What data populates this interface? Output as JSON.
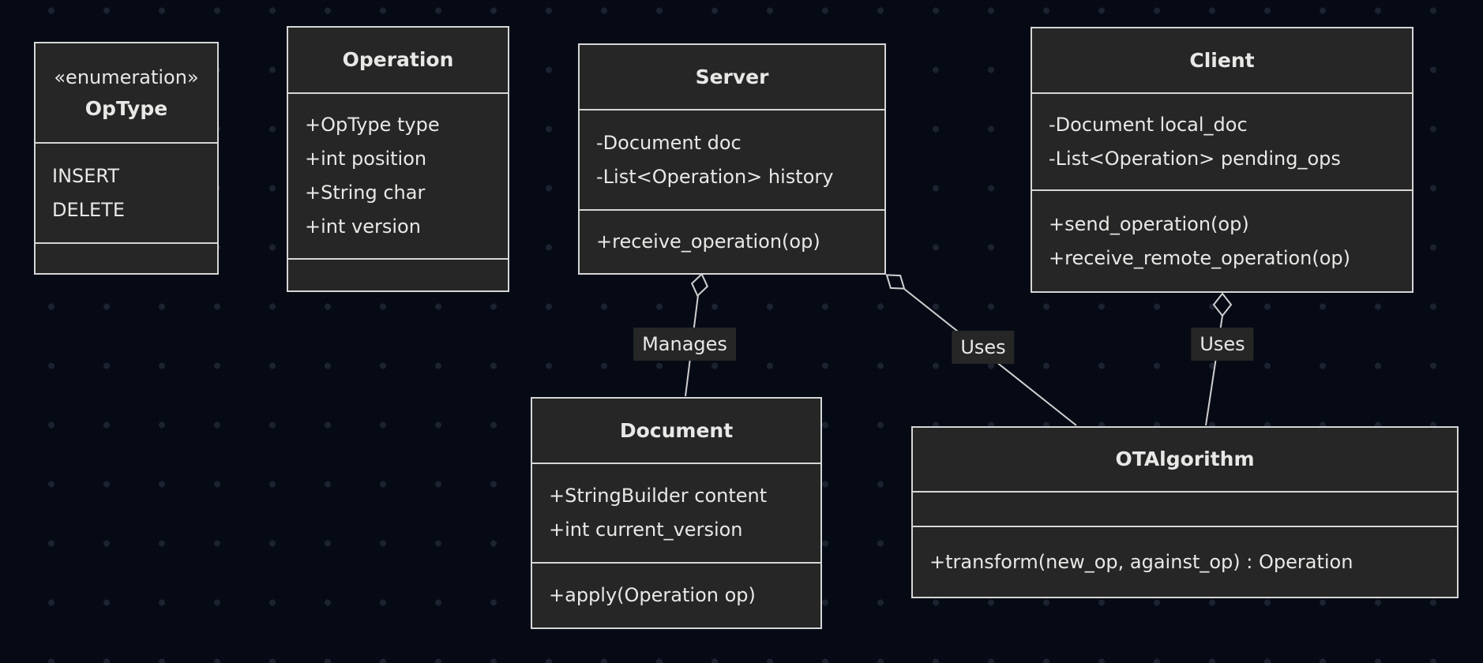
{
  "theme": {
    "background": "#060a15",
    "grid_dot_color": "#1c2230",
    "node_fill": "#262626",
    "node_border": "#d6d6d6",
    "text_color": "#e8e8e6",
    "edge_color": "#d0d0d0"
  },
  "classes": {
    "optype": {
      "stereotype": "«enumeration»",
      "name": "OpType",
      "attributes": [
        "INSERT",
        "DELETE"
      ],
      "methods": []
    },
    "operation": {
      "name": "Operation",
      "attributes": [
        "+OpType type",
        "+int position",
        "+String char",
        "+int version"
      ],
      "methods": []
    },
    "server": {
      "name": "Server",
      "attributes": [
        "-Document doc",
        "-List<Operation> history"
      ],
      "methods": [
        "+receive_operation(op)"
      ]
    },
    "client": {
      "name": "Client",
      "attributes": [
        "-Document local_doc",
        "-List<Operation> pending_ops"
      ],
      "methods": [
        "+send_operation(op)",
        "+receive_remote_operation(op)"
      ]
    },
    "document": {
      "name": "Document",
      "attributes": [
        "+StringBuilder content",
        "+int current_version"
      ],
      "methods": [
        "+apply(Operation op)"
      ]
    },
    "otalgorithm": {
      "name": "OTAlgorithm",
      "attributes": [],
      "methods": [
        "+transform(new_op, against_op) : Operation"
      ]
    }
  },
  "edges": [
    {
      "from": "Server",
      "to": "Document",
      "label": "Manages",
      "type": "aggregation"
    },
    {
      "from": "Server",
      "to": "OTAlgorithm",
      "label": "Uses",
      "type": "aggregation"
    },
    {
      "from": "Client",
      "to": "OTAlgorithm",
      "label": "Uses",
      "type": "aggregation"
    }
  ]
}
